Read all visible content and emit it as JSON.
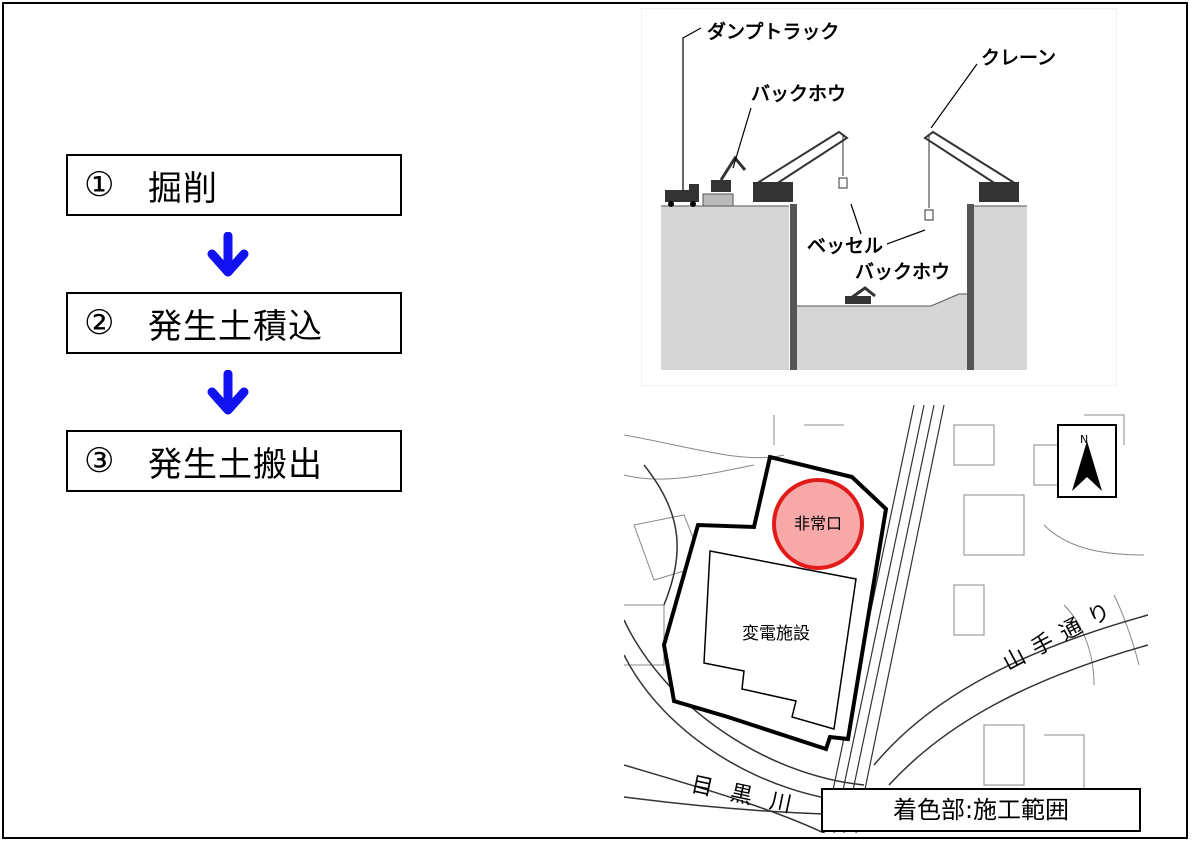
{
  "steps": [
    {
      "num": "①",
      "label": "掘削"
    },
    {
      "num": "②",
      "label": "発生土積込"
    },
    {
      "num": "③",
      "label": "発生土搬出"
    }
  ],
  "colors": {
    "arrow": "#1212f0",
    "exit_fill": "#f7a8a8",
    "exit_stroke": "#e11a1a",
    "ground": "#d6d6d6",
    "wall": "#555555"
  },
  "section": {
    "labels": {
      "dump_truck": "ダンプトラック",
      "backhoe_top": "バックホウ",
      "crane": "クレーン",
      "vessel": "ベッセル",
      "backhoe_pit": "バックホウ"
    }
  },
  "map": {
    "north": "N",
    "exit": "非常口",
    "facility": "変電施設",
    "street": "山手通り",
    "river": "目黒川",
    "legend": "着色部:施工範囲"
  }
}
